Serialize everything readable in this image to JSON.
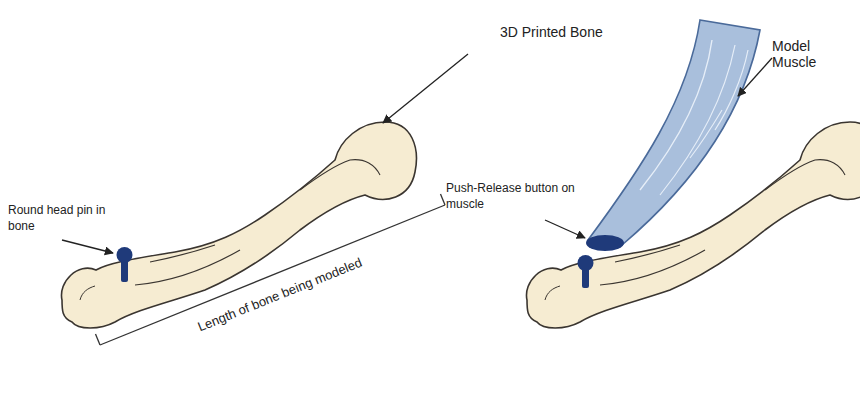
{
  "diagram": {
    "labels": [
      "3D Printed Bone",
      "Round head pin in bone",
      "Model Muscle",
      "Length of bone being modeled",
      "Push-Release button on muscle"
    ]
  }
}
